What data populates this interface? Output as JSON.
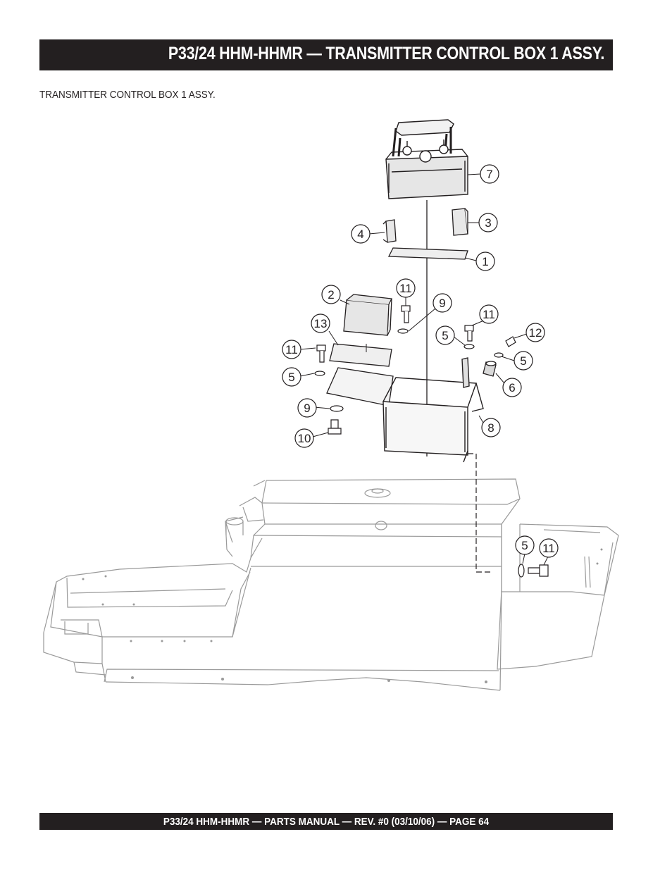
{
  "header": {
    "title": "P33/24 HHM-HHMR — TRANSMITTER CONTROL BOX 1 ASSY."
  },
  "section": {
    "subtitle": "TRANSMITTER CONTROL BOX 1 ASSY."
  },
  "callouts": {
    "c1": "1",
    "c2": "2",
    "c3": "3",
    "c4": "4",
    "c5a": "5",
    "c5b": "5",
    "c5c": "5",
    "c5d": "5",
    "c6": "6",
    "c7": "7",
    "c8": "8",
    "c9a": "9",
    "c9b": "9",
    "c10": "10",
    "c11a": "11",
    "c11b": "11",
    "c11c": "11",
    "c11d": "11",
    "c12": "12",
    "c13": "13"
  },
  "footer": {
    "text": "P33/24 HHM-HHMR — PARTS MANUAL — REV. #0 (03/10/06) — PAGE 64"
  }
}
